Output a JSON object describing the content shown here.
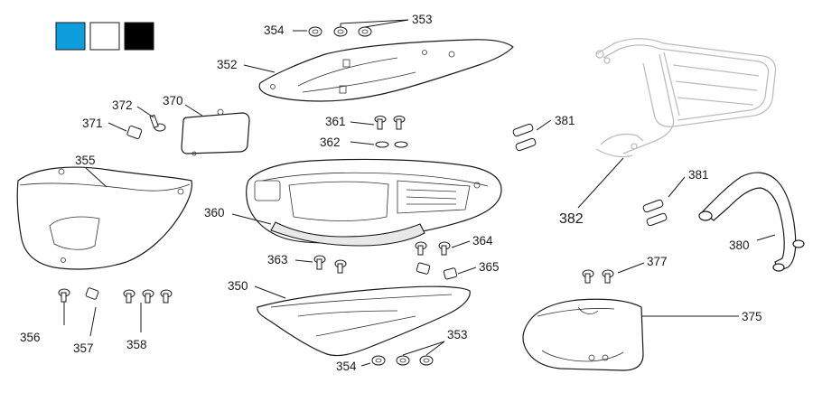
{
  "swatches": [
    {
      "name": "blue",
      "color": "#0d9ddd"
    },
    {
      "name": "white",
      "color": "#ffffff"
    },
    {
      "name": "black",
      "color": "#000000"
    }
  ],
  "callouts": {
    "c350": "350",
    "c352": "352",
    "c353_top": "353",
    "c353_bottom": "353",
    "c354_top": "354",
    "c354_bottom": "354",
    "c355": "355",
    "c356": "356",
    "c357": "357",
    "c358": "358",
    "c360": "360",
    "c361": "361",
    "c362": "362",
    "c363": "363",
    "c364": "364",
    "c365": "365",
    "c370": "370",
    "c371": "371",
    "c372": "372",
    "c375": "375",
    "c377": "377",
    "c380": "380",
    "c381_top": "381",
    "c381_mid": "381",
    "c382": "382"
  }
}
